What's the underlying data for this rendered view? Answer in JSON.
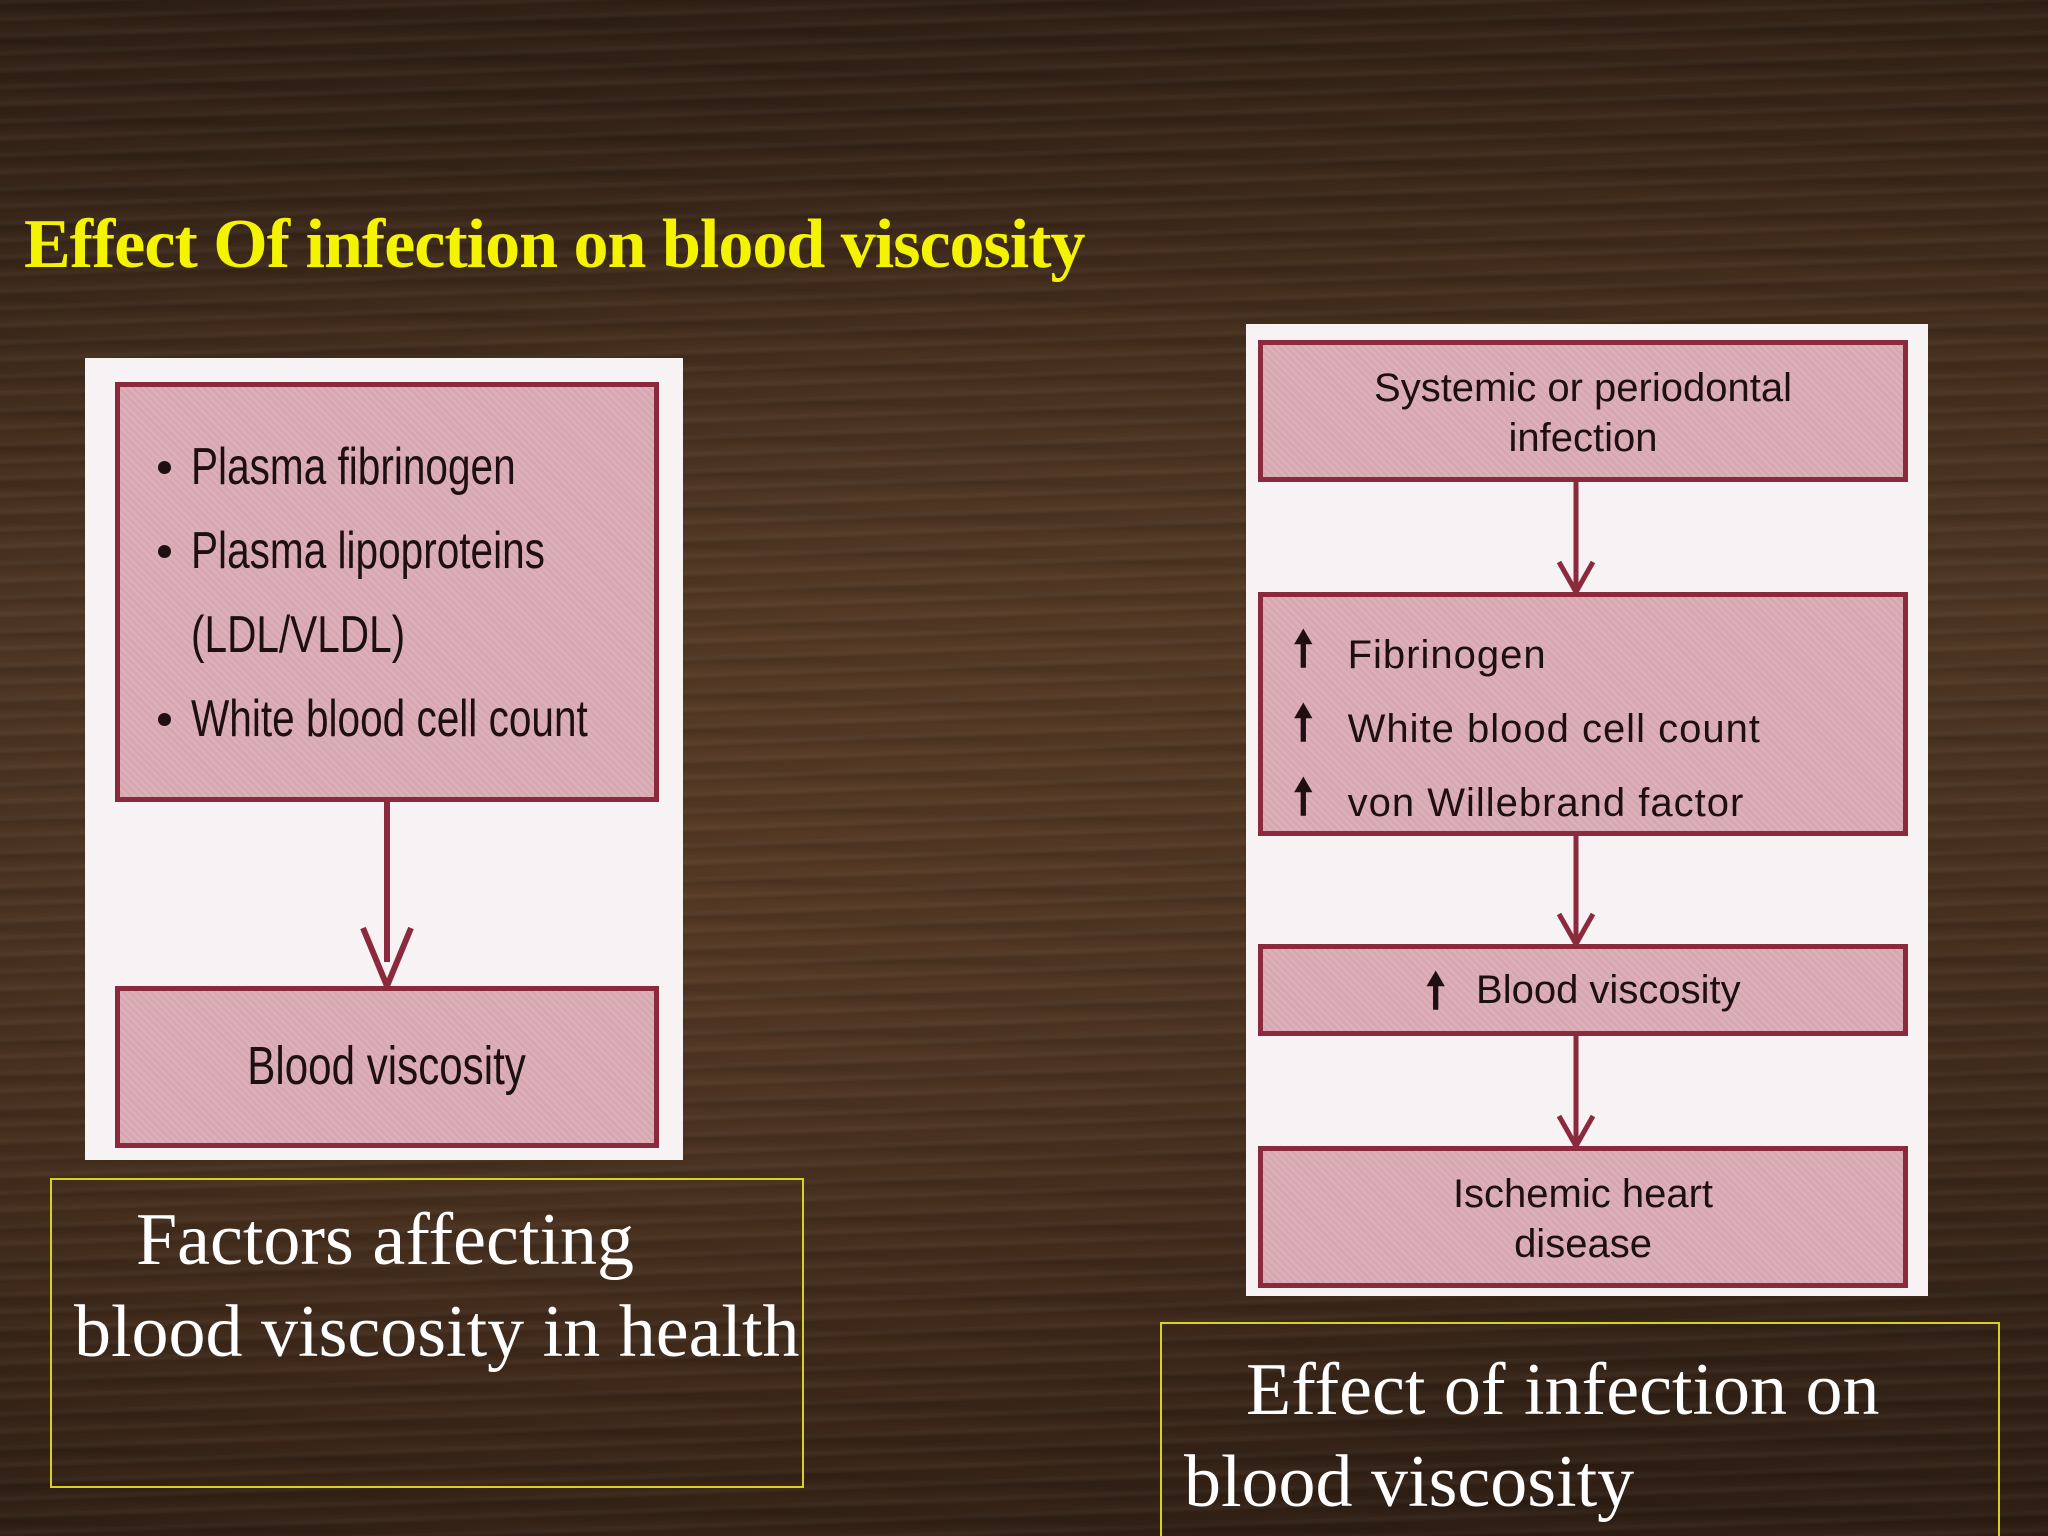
{
  "slide": {
    "title": "Effect Of infection on blood viscosity",
    "accent_color": "#f4f400",
    "box_fill_color": "#d8a8b2",
    "box_border_color": "#8b2a3c"
  },
  "left_diagram": {
    "factors": [
      "Plasma fibrinogen",
      "Plasma lipoproteins",
      "(LDL/VLDL)",
      "White blood cell count"
    ],
    "result": "Blood viscosity"
  },
  "right_diagram": {
    "cause": "Systemic or periodontal infection",
    "cause_line1": "Systemic or periodontal",
    "cause_line2": "infection",
    "increases": [
      "Fibrinogen",
      "White blood cell count",
      "von Willebrand factor"
    ],
    "increase_icon": "up-arrow-icon",
    "effect": "Blood viscosity",
    "outcome_line1": "Ischemic heart",
    "outcome_line2": "disease"
  },
  "captions": {
    "left": "Factors affecting blood viscosity in health",
    "right": "Effect of infection on blood viscosity"
  }
}
